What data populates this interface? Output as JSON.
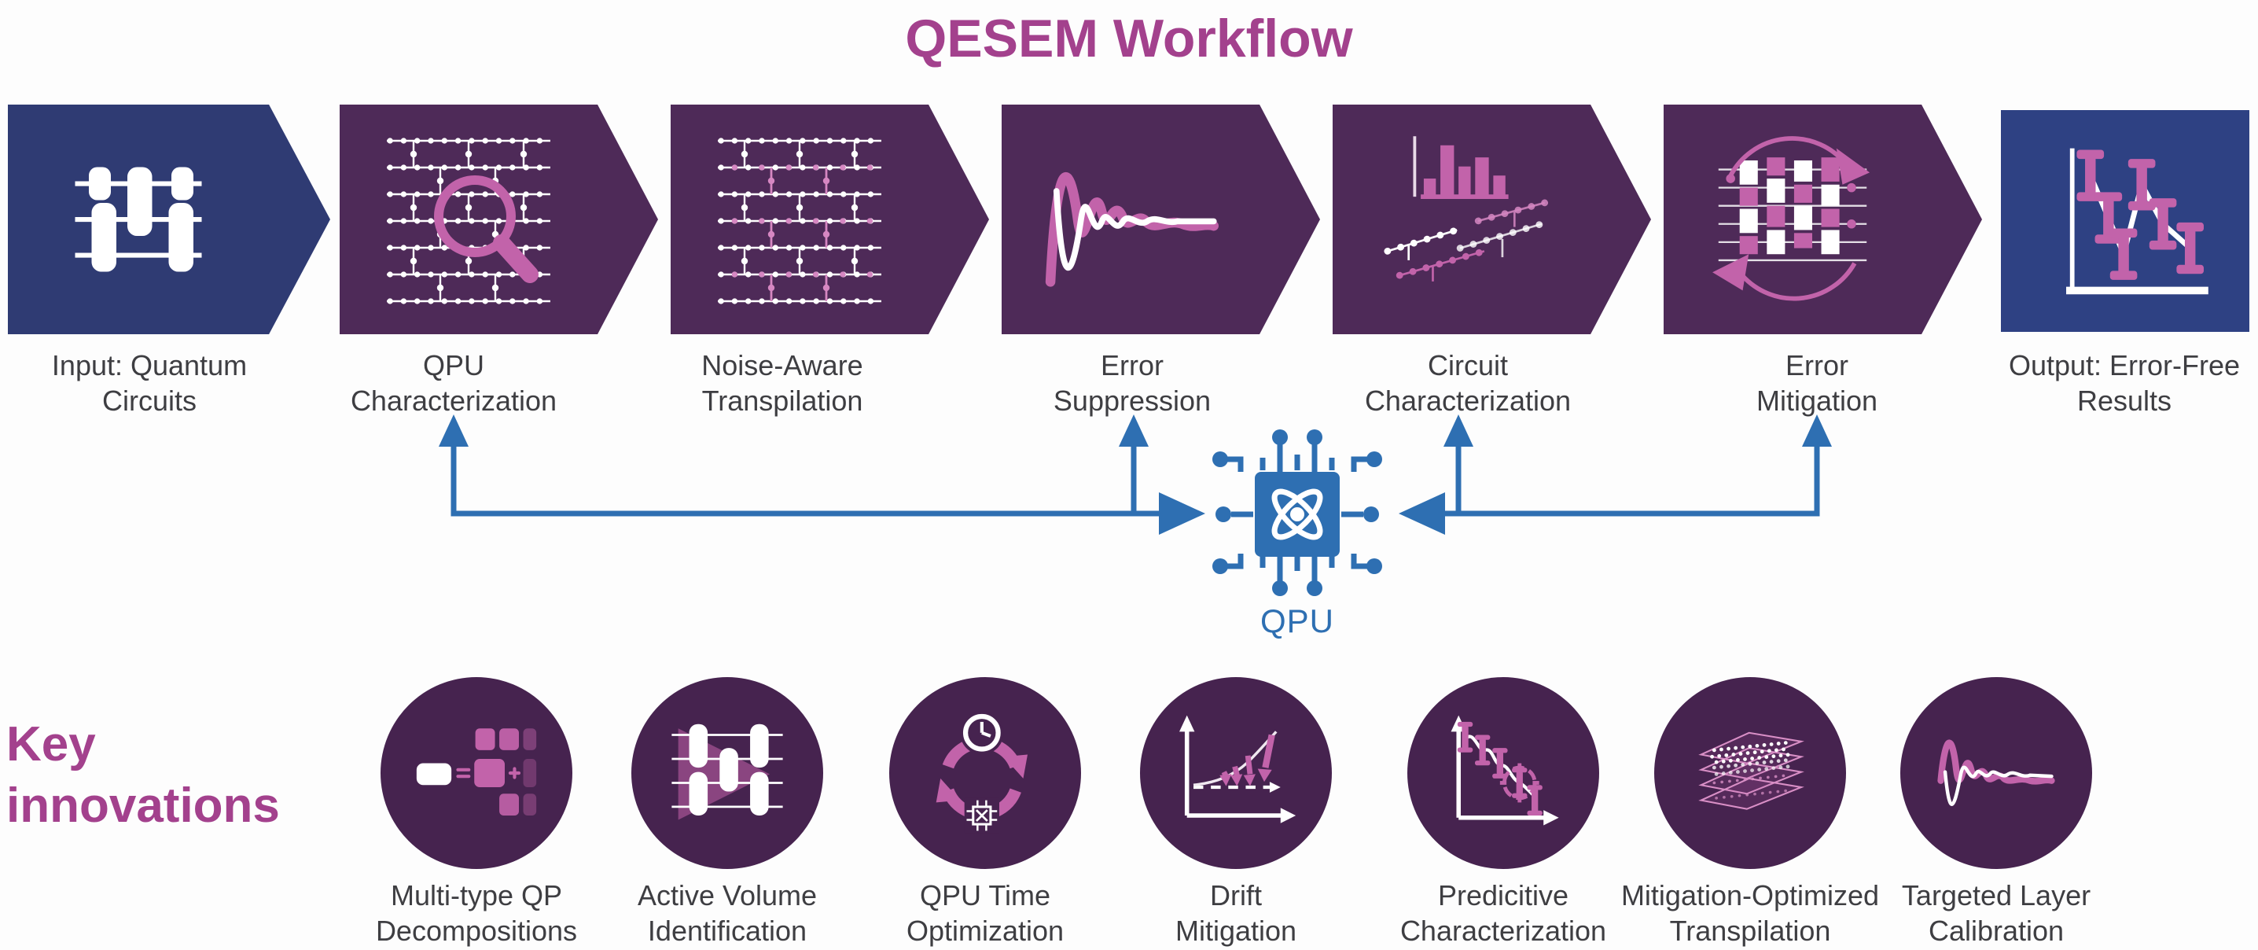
{
  "title": "QESEM Workflow",
  "colors": {
    "title_text": "#a3418d",
    "input_navy": "#2f3b73",
    "output_navy": "#2e4183",
    "chevron_purple": "#4e2a58",
    "circle_purple": "#46234f",
    "accent_pink": "#c263aa",
    "arrow_blue": "#2e6fb2",
    "label_gray": "#3e3e42"
  },
  "workflow": {
    "steps": [
      {
        "l1": "Input: Quantum",
        "l2": "Circuits",
        "icon": "quantum-circuit-input-icon"
      },
      {
        "l1": "QPU",
        "l2": "Characterization",
        "icon": "lattice-magnifier-icon"
      },
      {
        "l1": "Noise-Aware",
        "l2": "Transpilation",
        "icon": "noisy-lattice-icon"
      },
      {
        "l1": "Error",
        "l2": "Suppression",
        "icon": "decaying-waveform-icon"
      },
      {
        "l1": "Circuit",
        "l2": "Characterization",
        "icon": "barchart-chains-icon"
      },
      {
        "l1": "Error",
        "l2": "Mitigation",
        "icon": "circuit-cycle-icon"
      },
      {
        "l1": "Output: Error-Free",
        "l2": "Results",
        "icon": "errorbar-plot-icon"
      }
    ],
    "qpu_label": "QPU"
  },
  "key_innovations": {
    "heading_l1": "Key",
    "heading_l2": "innovations",
    "items": [
      {
        "l1": "Multi-type QP",
        "l2": "Decompositions",
        "icon": "qp-decomposition-icon"
      },
      {
        "l1": "Active Volume",
        "l2": "Identification",
        "icon": "active-volume-icon"
      },
      {
        "l1": "QPU Time",
        "l2": "Optimization",
        "icon": "qpu-time-cycle-icon"
      },
      {
        "l1": "Drift",
        "l2": "Mitigation",
        "icon": "drift-mitigation-icon"
      },
      {
        "l1": "Predicitive",
        "l2": "Characterization",
        "icon": "predictive-characterization-icon"
      },
      {
        "l1": "Mitigation-Optimized",
        "l2": "Transpilation",
        "icon": "layer-stack-icon"
      },
      {
        "l1": "Targeted Layer",
        "l2": "Calibration",
        "icon": "targeted-waveform-icon"
      }
    ]
  }
}
